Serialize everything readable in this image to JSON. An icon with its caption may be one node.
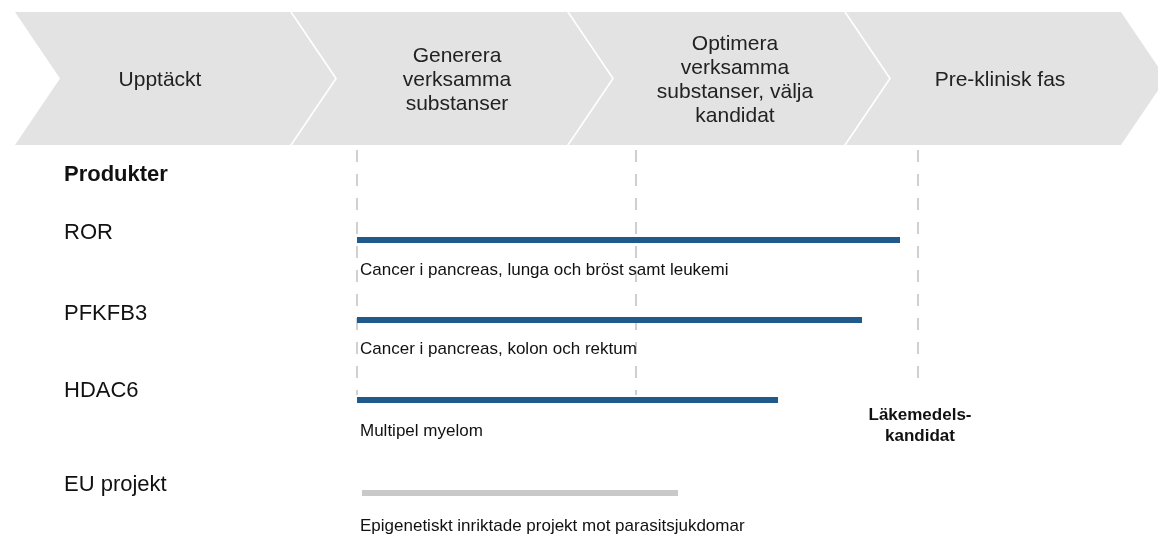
{
  "diagram": {
    "nodes": [
      {
        "text": [
          "Upptäckt"
        ]
      },
      {
        "text": [
          "Generera verksamma substanser"
        ]
      },
      {
        "text": [
          "Optimera verksamma substanser, välja kandidat"
        ]
      },
      {
        "text": [
          "Pre-klinisk fas"
        ]
      }
    ],
    "labels": [
      "Produkter",
      "ROR",
      "Cancer i pancreas, lunga och bröst samt leukemi",
      "PFKFB3",
      "Cancer i pancreas, kolon och rektum",
      "HDAC6",
      "Läkemedels- kandidat",
      "Multipel myelom",
      "EU projekt",
      "Epigenetiskt inriktade projekt mot parasitsjukdomar"
    ]
  }
}
